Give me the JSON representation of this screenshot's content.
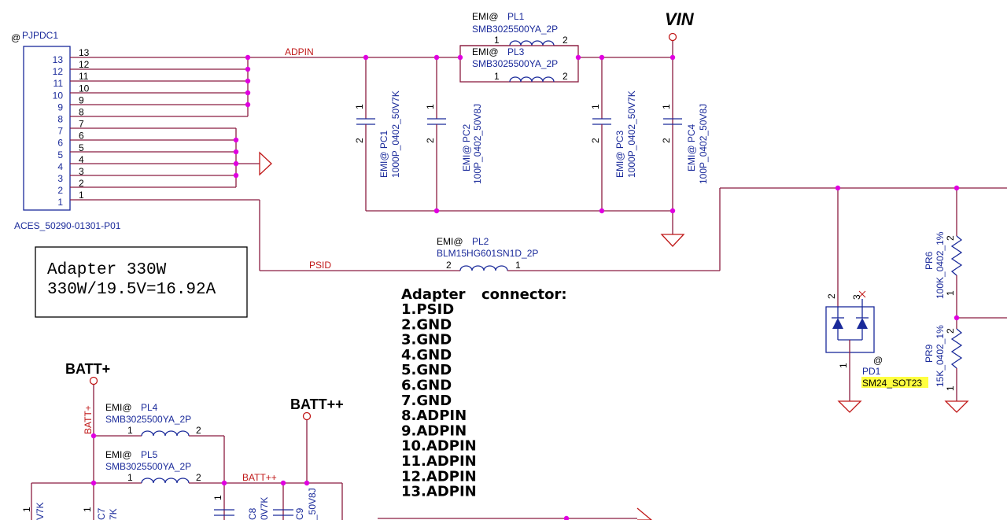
{
  "connector": {
    "ref": "PJPDC1",
    "at": "@",
    "part": "ACES_50290-01301-P01",
    "pins": [
      "13",
      "12",
      "11",
      "10",
      "9",
      "8",
      "7",
      "6",
      "5",
      "4",
      "3",
      "2",
      "1"
    ]
  },
  "nets": {
    "adpin": "ADPIN",
    "psid": "PSID",
    "vin": "VIN",
    "batt": "BATT+",
    "batt_pp": "BATT++",
    "batt_wire": "BATT+",
    "batt_pp_wire": "BATT++"
  },
  "inductors": {
    "pl1": {
      "tag": "EMI@",
      "ref": "PL1",
      "part": "SMB3025500YA_2P",
      "p1": "1",
      "p2": "2"
    },
    "pl3": {
      "tag": "EMI@",
      "ref": "PL3",
      "part": "SMB3025500YA_2P",
      "p1": "1",
      "p2": "2"
    },
    "pl2": {
      "tag": "EMI@",
      "ref": "PL2",
      "part": "BLM15HG601SN1D_2P",
      "p1": "2",
      "p2": "1"
    },
    "pl4": {
      "tag": "EMI@",
      "ref": "PL4",
      "part": "SMB3025500YA_2P",
      "p1": "1",
      "p2": "2"
    },
    "pl5": {
      "tag": "EMI@",
      "ref": "PL5",
      "part": "SMB3025500YA_2P",
      "p1": "1",
      "p2": "2"
    }
  },
  "capacitors": {
    "pc1": {
      "ref": "EMI@ PC1",
      "part": "1000P_0402_50V7K",
      "p1": "1",
      "p2": "2"
    },
    "pc2": {
      "ref": "EMI@ PC2",
      "part": "100P_0402_50V8J",
      "p1": "1",
      "p2": "2"
    },
    "pc3": {
      "ref": "EMI@ PC3",
      "part": "1000P_0402_50V7K",
      "p1": "1",
      "p2": "2"
    },
    "pc4": {
      "ref": "EMI@ PC4",
      "part": "100P_0402_50V8J",
      "p1": "1",
      "p2": "2"
    },
    "pc7": "C7",
    "pc7b": "7K",
    "pc6b": "V7K",
    "pc8": "C8",
    "pc8b": "0V7K",
    "pc9": "C9",
    "pc9b": "_50V8J"
  },
  "resistors": {
    "pr6": {
      "ref": "PR6",
      "part": "100K_0402_1%",
      "p1": "1",
      "p2": "2"
    },
    "pr9": {
      "ref": "PR9",
      "part": "15K_0402_1%",
      "p1": "1",
      "p2": "2"
    }
  },
  "diode": {
    "ref": "PD1",
    "part": "SM24_SOT23",
    "at": "@",
    "p1": "1",
    "p2": "2",
    "p3": "3"
  },
  "note": {
    "line1": "Adapter  330W",
    "line2": "330W/19.5V=16.92A"
  },
  "adapter_list": {
    "title_a": "Adapter",
    "title_b": "connector:",
    "items": [
      "1.PSID",
      "2.GND",
      "3.GND",
      "4.GND",
      "5.GND",
      "6.GND",
      "7.GND",
      "8.ADPIN",
      "9.ADPIN",
      "10.ADPIN",
      "11.ADPIN",
      "12.ADPIN",
      "13.ADPIN"
    ]
  },
  "colors": {
    "wire": "#8b1c40",
    "component": "#1a2a9a",
    "net": "#c01818",
    "junction": "#e000e0",
    "highlight": "#ffff40"
  }
}
